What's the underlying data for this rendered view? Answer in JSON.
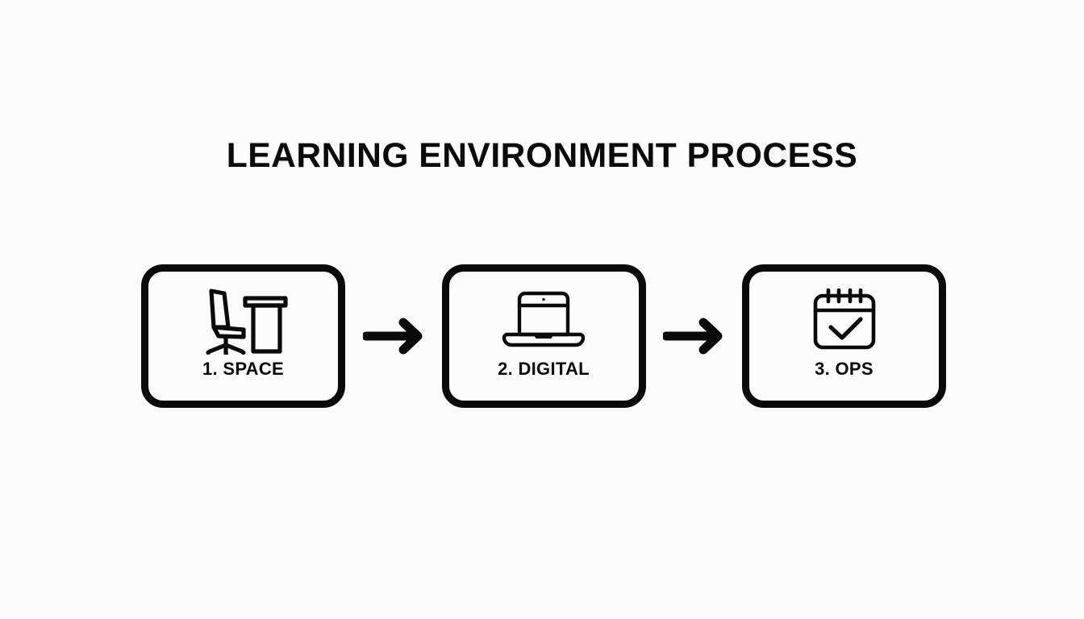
{
  "slide": {
    "title": "LEARNING ENVIRONMENT PROCESS",
    "background_color": "#fcfcfc",
    "ink_color": "#0a0a0a"
  },
  "flow": {
    "steps": [
      {
        "label": "1. SPACE",
        "icon": "desk-chair-icon"
      },
      {
        "label": "2. DIGITAL",
        "icon": "laptop-icon"
      },
      {
        "label": "3. OPS",
        "icon": "calendar-check-icon"
      }
    ],
    "connectors": [
      {
        "icon": "arrow-right-icon"
      },
      {
        "icon": "arrow-right-icon"
      }
    ]
  }
}
